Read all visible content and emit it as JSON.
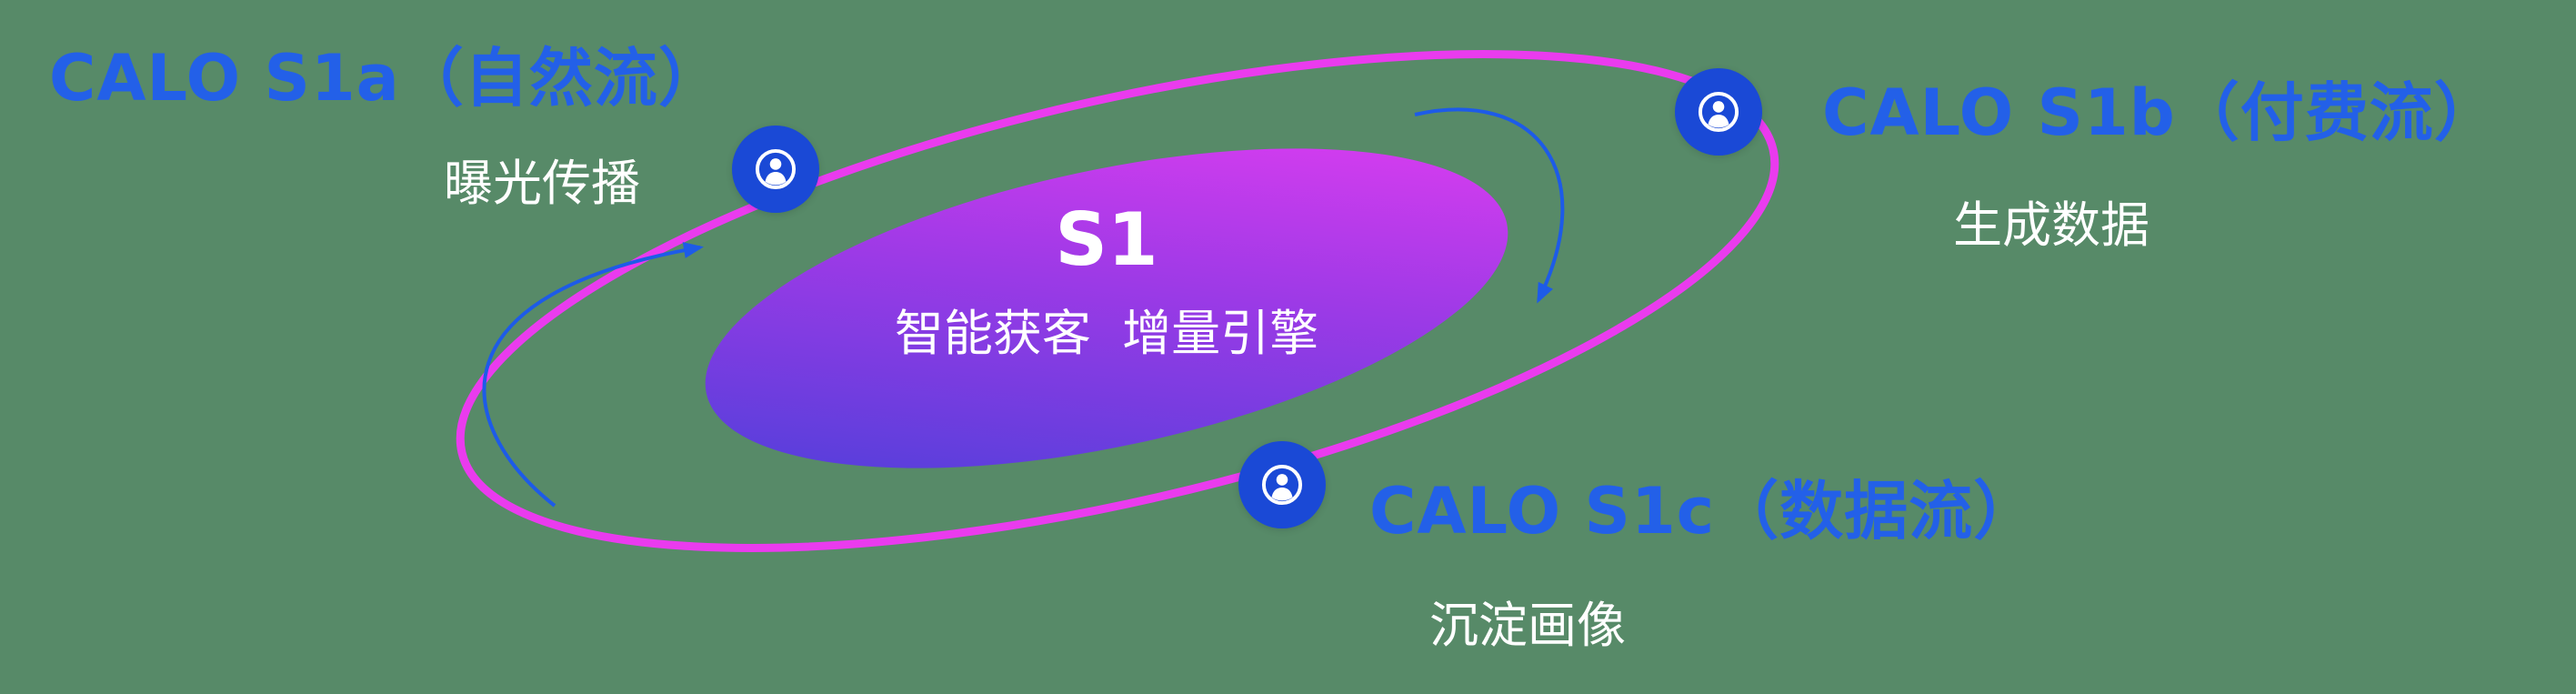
{
  "center": {
    "title": "S1",
    "subtitle": "智能获客  增量引擎"
  },
  "nodes": [
    {
      "id": "s1a",
      "title": "CALO S1a（自然流）",
      "subtitle": "曝光传播",
      "icon": "user-circle-icon"
    },
    {
      "id": "s1b",
      "title": "CALO S1b（付费流）",
      "subtitle": "生成数据",
      "icon": "user-circle-icon"
    },
    {
      "id": "s1c",
      "title": "CALO S1c（数据流）",
      "subtitle": "沉淀画像",
      "icon": "user-circle-icon"
    }
  ],
  "colors": {
    "background_green": "#578a68",
    "title_blue": "#2360e8",
    "ring_magenta": "#ea3bee",
    "node_blue": "#1a49d6",
    "gradient_blue": "#4440d8",
    "gradient_magenta": "#e93df2",
    "arrow_blue": "#1d5be8",
    "text_white": "#ffffff"
  }
}
